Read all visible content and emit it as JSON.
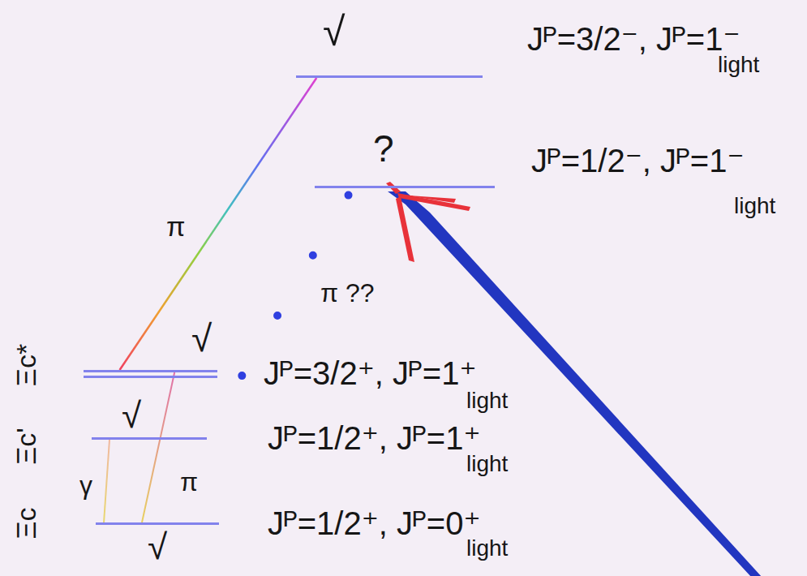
{
  "diagram": {
    "nodes": [
      {
        "text": [
          "√",
          "Jᴾ=3/2⁻, Jᴾ=1⁻",
          "light"
        ]
      },
      {
        "text": [
          "?",
          "Jᴾ=1/2⁻, Jᴾ=1⁻",
          "light"
        ]
      },
      {
        "text": [
          "Ξc*",
          "√",
          "Jᴾ=3/2⁺, Jᴾ=1⁺",
          "light"
        ]
      },
      {
        "text": [
          "Ξc'",
          "√",
          "Jᴾ=1/2⁺, Jᴾ=1⁺",
          "light"
        ]
      },
      {
        "text": [
          "Ξc",
          "√",
          "Jᴾ=1/2⁺, Jᴾ=0⁺",
          "light"
        ]
      }
    ],
    "edges": [
      {
        "from": 0,
        "to": 2,
        "arrow": "none",
        "label": "π"
      },
      {
        "from": 1,
        "to": 3,
        "arrow": "none",
        "label": "π ??"
      },
      {
        "from": 2,
        "to": 4,
        "arrow": "none",
        "label": "π"
      },
      {
        "from": 3,
        "to": 4,
        "arrow": "none",
        "label": "γ"
      }
    ]
  }
}
